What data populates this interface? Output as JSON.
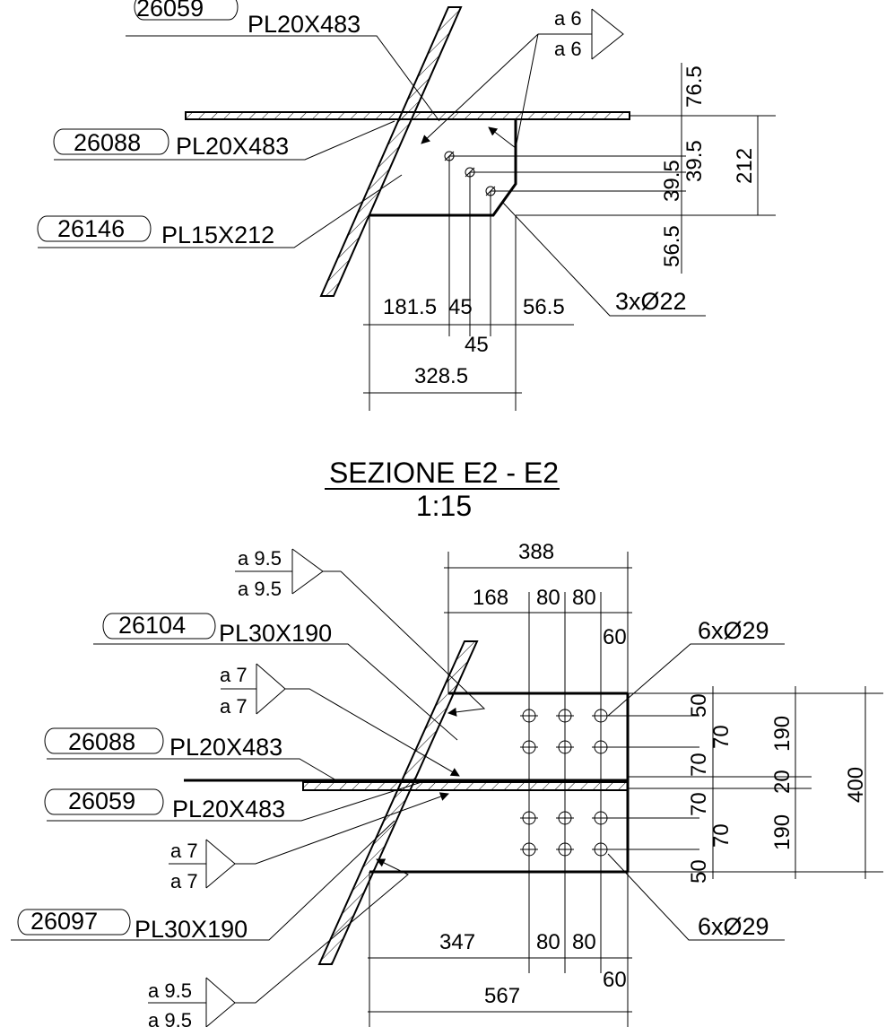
{
  "top": {
    "marks": [
      {
        "id": "26059",
        "profile": "PL20X483"
      },
      {
        "id": "26088",
        "profile": "PL20X483"
      },
      {
        "id": "26146",
        "profile": "PL15X212"
      }
    ],
    "weld": [
      "a 6",
      "a 6"
    ],
    "holes": "3xØ22",
    "dims_right": [
      "76.5",
      "39.5",
      "39.5",
      "56.5",
      "212"
    ],
    "dims_bottom": [
      "181.5",
      "45",
      "45",
      "56.5",
      "328.5"
    ]
  },
  "section": {
    "title": "SEZIONE E2 - E2",
    "scale": "1:15"
  },
  "bottom": {
    "marks": [
      {
        "id": "26104",
        "profile": "PL30X190"
      },
      {
        "id": "26088",
        "profile": "PL20X483"
      },
      {
        "id": "26059",
        "profile": "PL20X483"
      },
      {
        "id": "26097",
        "profile": "PL30X190"
      }
    ],
    "welds": [
      [
        "a 9.5",
        "a 9.5"
      ],
      [
        "a 7",
        "a 7"
      ],
      [
        "a 7",
        "a 7"
      ],
      [
        "a 9.5",
        "a 9.5"
      ]
    ],
    "holes_top": "6xØ29",
    "holes_bottom": "6xØ29",
    "dims_top": [
      "388",
      "168",
      "80",
      "80",
      "60"
    ],
    "dims_right": [
      "50",
      "70",
      "70",
      "70",
      "70",
      "50",
      "190",
      "20",
      "190",
      "400"
    ],
    "dims_bottom": [
      "347",
      "80",
      "80",
      "60",
      "567"
    ]
  }
}
